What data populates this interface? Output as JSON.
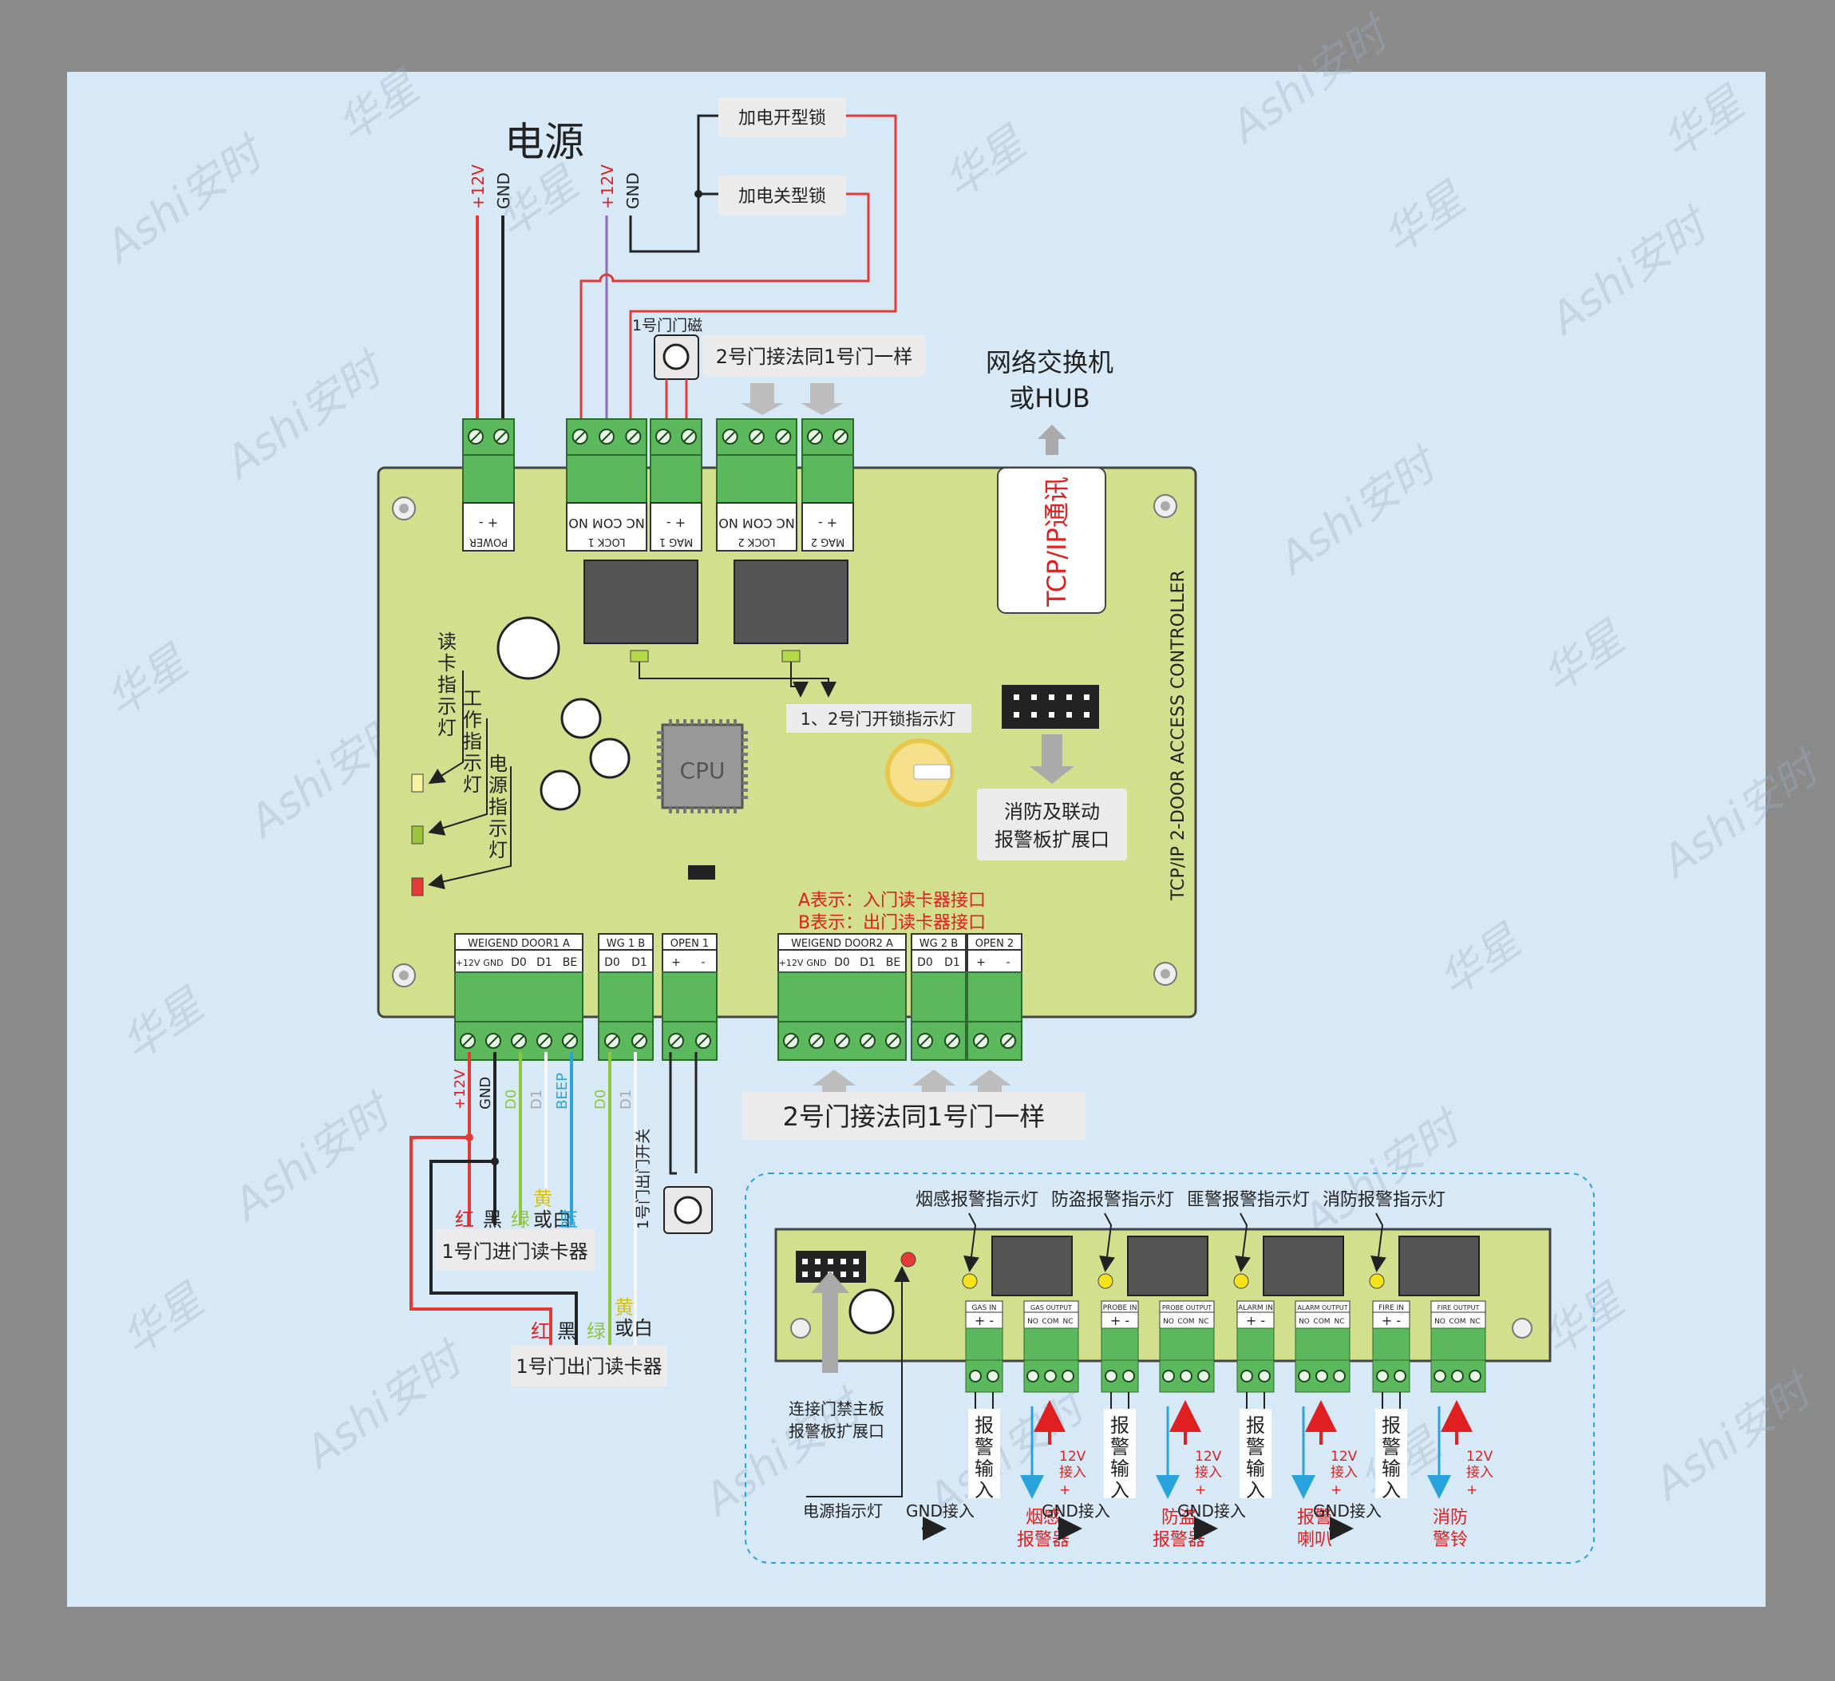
{
  "colors": {
    "frame": "#8a8a8a",
    "background": "#d7e9f7",
    "board": "#d2e08e",
    "terminal": "#5cb85c",
    "wire_red": "#e53935",
    "wire_black": "#222222",
    "wire_purple": "#8e6bbf",
    "wire_green": "#8dc63f",
    "wire_blue": "#29a3dc",
    "label_red": "#e02020",
    "callout_bg": "#ebebeb",
    "relay": "#555555"
  },
  "watermark": {
    "brand": "Ashi安时",
    "brand2": "华星"
  },
  "power": {
    "title": "电源",
    "v12": "+12V",
    "gnd": "GND"
  },
  "locks": {
    "open_type": "加电开型锁",
    "close_type": "加电关型锁",
    "lock_v12": "+12V",
    "lock_gnd": "GND"
  },
  "door": {
    "mag1_label": "1号门门磁",
    "door2_note": "2号门接法同1号门一样"
  },
  "network": {
    "line1": "网络交换机",
    "line2": "或HUB",
    "tcp_label": "TCP/IP通讯"
  },
  "board": {
    "title": "TCP/IP 2-DOOR ACCESS CONTROLLER",
    "cpu": "CPU",
    "terminals_top": [
      {
        "pins": "+   -",
        "name": "POWER"
      },
      {
        "pins": "NC COM NO",
        "name": "LOCK 1"
      },
      {
        "pins": "+   -",
        "name": "MAG 1"
      },
      {
        "pins": "NC COM NO",
        "name": "LOCK 2"
      },
      {
        "pins": "+   -",
        "name": "MAG 2"
      }
    ],
    "terminals_bottom": [
      {
        "name": "WEIGEND DOOR1  A",
        "pins": [
          "+12V",
          "GND",
          "D0",
          "D1",
          "BE"
        ]
      },
      {
        "name": "WG 1 B",
        "pins": [
          "D0",
          "D1"
        ]
      },
      {
        "name": "OPEN 1",
        "pins": [
          "+",
          "-"
        ]
      },
      {
        "name": "WEIGEND DOOR2  A",
        "pins": [
          "+12V",
          "GND",
          "D0",
          "D1",
          "BE"
        ]
      },
      {
        "name": "WG 2 B",
        "pins": [
          "D0",
          "D1"
        ]
      },
      {
        "name": "OPEN 2",
        "pins": [
          "+",
          "-"
        ]
      }
    ],
    "lock_indicator": "1、2号门开锁指示灯",
    "led_read": "读卡指示灯",
    "led_work": "工作指示灯",
    "led_power": "电源指示灯",
    "expansion": {
      "line1": "消防及联动",
      "line2": "报警板扩展口"
    },
    "ab_a": "A表示：入门读卡器接口",
    "ab_b": "B表示：出门读卡器接口"
  },
  "wires_bottom": {
    "v12": "+12V",
    "gnd": "GND",
    "d0": "D0",
    "d1": "D1",
    "beep": "BEEP",
    "d0b": "D0",
    "d1b": "D1"
  },
  "door2_same": "2号门接法同1号门一样",
  "exit_button": "1号门出门开关",
  "reader_in": {
    "label": "1号门进门读卡器",
    "colors": [
      "红",
      "黑",
      "绿",
      "黄或白",
      "蓝"
    ]
  },
  "reader_out": {
    "label": "1号门出门读卡器",
    "colors": [
      "红",
      "黑",
      "绿",
      "黄或白"
    ]
  },
  "alarm": {
    "indicators": [
      "烟感报警指示灯",
      "防盗报警指示灯",
      "匪警报警指示灯",
      "消防报警指示灯"
    ],
    "channels": [
      {
        "in": "GAS IN",
        "out": "GAS OUTPUT",
        "device": "烟感报警器"
      },
      {
        "in": "PROBE IN",
        "out": "PROBE OUTPUT",
        "device": "防盗报警器"
      },
      {
        "in": "ALARM IN",
        "out": "ALARM OUTPUT",
        "device": "报警喇叭"
      },
      {
        "in": "FIRE IN",
        "out": "FIRE OUTPUT",
        "device": "消防警铃"
      }
    ],
    "out_pins": [
      "NO",
      "COM",
      "NC"
    ],
    "alarm_input": "报警输入",
    "gnd_in": "GND接入",
    "v12_in": "12V接入",
    "connect": {
      "line1": "连接门禁主板",
      "line2": "报警板扩展口"
    },
    "power_led": "电源指示灯"
  }
}
